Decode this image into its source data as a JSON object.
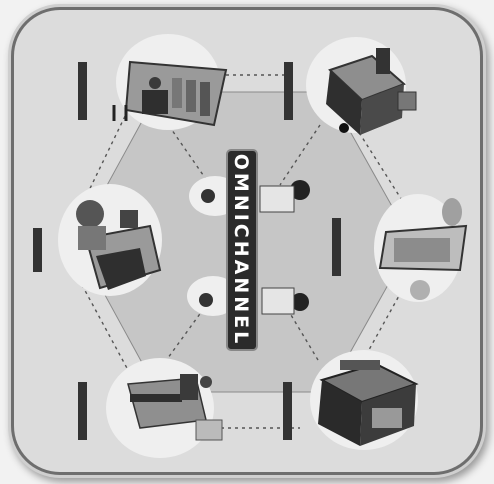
{
  "diagram": {
    "center_label": "OMNICHANNEL",
    "channels": [
      {
        "name": "top-left",
        "icon": "store-shelf-shopper-icon"
      },
      {
        "name": "top-right",
        "icon": "delivery-van-boxes-icon"
      },
      {
        "name": "middle-right",
        "icon": "tablet-browsing-icon"
      },
      {
        "name": "bottom-right",
        "icon": "shop-storefront-icon"
      },
      {
        "name": "bottom-left",
        "icon": "call-center-desk-icon"
      },
      {
        "name": "middle-left",
        "icon": "laptop-customer-icon"
      }
    ],
    "colors": {
      "frame": "#dcdcdc",
      "hexagon": "#c9c9c9",
      "banner": "#2b2b2b",
      "tag": "#333333",
      "node": "#efefef"
    }
  }
}
